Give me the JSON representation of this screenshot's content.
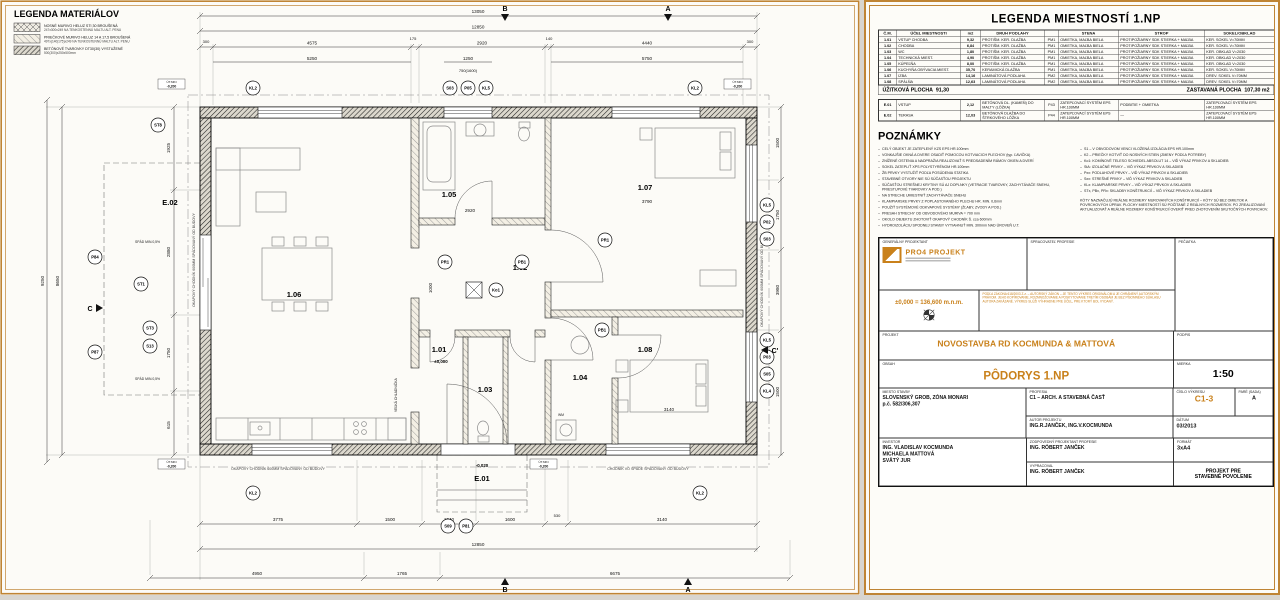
{
  "colors": {
    "accent_orange": "#c9811b",
    "frame_orange": "#bf8434",
    "line": "#1c1c1c",
    "sheet_bg": "#fcfbf7"
  },
  "left_sheet": {
    "materials_legend": {
      "title": "LEGENDA MATERIÁLOV",
      "items": [
        {
          "line1": "NOSNÉ MURIVO HELUZ STI 30 BROUŠENÁ",
          "line2": "247x300x249 NA TENKOSTENNÚ MALTU ALT. PENU"
        },
        {
          "line1": "PRIEČKOVÉ MURIVO HELUZ 14 A 17,5 BROUŠENÁ",
          "line2": "497x(140|175)x249 NA TENKOSTENNÚ MALTU ALT. PENU"
        },
        {
          "line1": "BETÓNOVÉ TVAROVKY DT30(30) VYSTUŽENÉ",
          "line2": "500(300)x250x500mm"
        }
      ]
    },
    "plan": {
      "rooms": {
        "e02": "E.02",
        "r101": "1.01",
        "r102": "1.02",
        "r103": "1.03",
        "r104": "1.04",
        "r105": "1.05",
        "r106": "1.06",
        "r107": "1.07",
        "r108": "1.08",
        "e01": "E.01"
      },
      "dims": {
        "top_total": "13050",
        "top_sub": "12850",
        "top_segs": [
          "300",
          "4575",
          "175",
          "2920",
          "140",
          "4440",
          "300"
        ],
        "top_inner": [
          "5250",
          "1250",
          "750(1600)",
          "5750"
        ],
        "bottom_segs": [
          "3775",
          "1500",
          "1240",
          "1600",
          "530",
          "3140"
        ],
        "bottom_total": "12850",
        "bottom_outer": [
          "4950",
          "1765",
          "6675"
        ],
        "left_segs": [
          "1925",
          "2880",
          "1750",
          "615"
        ],
        "left_total_1": "8650",
        "left_total_2": "9250",
        "right_segs": [
          "1500",
          "1750",
          "3980",
          "1500"
        ],
        "room_dims": [
          "2920",
          "3790",
          "3140",
          "1000"
        ]
      },
      "markers": {
        "top": [
          "KL2",
          "S03",
          "P05",
          "KL5",
          "KL2"
        ],
        "left": [
          "ST8",
          "P84",
          "ST1",
          "ST3",
          "S13",
          "P87"
        ],
        "right": [
          "KL5",
          "P02",
          "S03",
          "KL5",
          "P03",
          "S05",
          "KL4"
        ],
        "bottom": [
          "KL2",
          "S09",
          "P81",
          "KL2"
        ],
        "inner": [
          "Ko1",
          "PR1",
          "PB1",
          "PR1",
          "PB1"
        ]
      },
      "sections": {
        "a": "A",
        "b": "B",
        "c": "C",
        "c_prime": "C'"
      },
      "levels": {
        "zero": "±0,000",
        "minus": "-0,020",
        "ut_label": "ÚT.MIN",
        "ut_value": "-0,200",
        "spad": "SPÁD MIN.0,5%"
      },
      "edge_texts": {
        "left": "OKAPOVÝ CHODNÍK 600MM SPÁDOVANÝ OD BUDOVY",
        "right": "OKAPOVÝ CHODNÍK 600MM SPÁDOVANÝ OD BUDOVY",
        "bottom_left": "OKAPOVÝ CHODNÍK 600MM SPÁDOVANÝ OD BUDOVY",
        "bottom_right": "CHODNÍK VO SPÁDE SPÁDOVANÝ OD BUDOVY"
      },
      "misc": {
        "wm": "WM",
        "fridge": "VEĽKÁ CHLADNIČKA"
      }
    }
  },
  "right_sheet": {
    "room_legend": {
      "title": "LEGENDA MIESTNOSTÍ 1.NP",
      "headers": [
        "Č.M.",
        "ÚČEL MIESTNOSTI",
        "m2",
        "DRUH PODLAHY",
        "",
        "STENA",
        "STROP",
        "SOKEL/OBKLAD"
      ],
      "rows": [
        {
          "cm": "1.01",
          "name": "VSTUP CHODBA",
          "area": "9,32",
          "floor": "PROTIŠM. KER. DLAŽBA",
          "pm": "PM1",
          "wall": "OMIETKA, MAĽBA BIELA",
          "ceiling": "PROTIPOŽIARNY SDK STIERKA + MAĽBA",
          "skirt": "KER. SOKEL V=70MM"
        },
        {
          "cm": "1.02",
          "name": "CHODBA",
          "area": "6,84",
          "floor": "PROTIŠM. KER. DLAŽBA",
          "pm": "PM1",
          "wall": "OMIETKA, MAĽBA BIELA",
          "ceiling": "PROTIPOŽIARNY SDK STIERKA + MAĽBA",
          "skirt": "KER. SOKEL V=70MM"
        },
        {
          "cm": "1.03",
          "name": "WC",
          "area": "1,80",
          "floor": "PROTIŠM. KER. DLAŽBA",
          "pm": "PM1",
          "wall": "OMIETKA, MAĽBA BIELA",
          "ceiling": "PROTIPOŽIARNY SDK STIERKA + MAĽBA",
          "skirt": "KER. OBKLAD V=2030"
        },
        {
          "cm": "1.04",
          "name": "TECHNICKÁ MIEST.",
          "area": "4,90",
          "floor": "PROTIŠM. KER. DLAŽBA",
          "pm": "PM1",
          "wall": "OMIETKA, MAĽBA BIELA",
          "ceiling": "PROTIPOŽIARNY SDK STIERKA + MAĽBA",
          "skirt": "KER. OBKLAD V=2030"
        },
        {
          "cm": "1.05",
          "name": "KÚPEĽŇA",
          "area": "8,00",
          "floor": "PROTIŠM. KER. DLAŽBA",
          "pm": "PM1",
          "wall": "OMIETKA, MAĽBA BIELA",
          "ceiling": "PROTIPOŽIARNY SDK STIERKA + MAĽBA",
          "skirt": "KER. OBKLAD V=2030"
        },
        {
          "cm": "1.06",
          "name": "KUCHYŇA OBÝVACIA MIEST.",
          "area": "35,70",
          "floor": "KERAMICKÁ DLAŽBA",
          "pm": "PM1",
          "wall": "OMIETKA, MAĽBA BIELA",
          "ceiling": "PROTIPOŽIARNY SDK STIERKA + MAĽBA",
          "skirt": "KER. SOKEL V=70MM"
        },
        {
          "cm": "1.07",
          "name": "IZBA",
          "area": "14,16",
          "floor": "LAMINÁTOVÁ PODLAHA",
          "pm": "PM2",
          "wall": "OMIETKA, MAĽBA BIELA",
          "ceiling": "PROTIPOŽIARNY SDK STIERKA + MAĽBA",
          "skirt": "DREV. SOKEL V=70MM"
        },
        {
          "cm": "1.08",
          "name": "SPÁLŇA",
          "area": "12,63",
          "floor": "LAMINÁTOVÁ PODLAHA",
          "pm": "PM2",
          "wall": "OMIETKA, MAĽBA BIELA",
          "ceiling": "PROTIPOŽIARNY SDK STIERKA + MAĽBA",
          "skirt": "DREV. SOKEL V=70MM"
        }
      ],
      "summary": {
        "left_label": "ÚŽITKOVÁ PLOCHA",
        "left_value": "91,30",
        "right_label": "ZASTAVANÁ PLOCHA",
        "right_value": "107,30 m2"
      },
      "ext_rows": [
        {
          "cm": "E.01",
          "name": "VSTUP",
          "area": "2,12",
          "floor": "BETÓNOVÁ DL. (KAMEŇ) DO MALTY (LÔŽKA)",
          "pm": "P43",
          "wall": "ZATEPĽOVACÍ SYSTÉM EPS HR.100MM",
          "ceiling": "PODBITIE + OMIETKA",
          "skirt": "ZATEPĽOVACÍ SYSTÉM EPS HR.100MM"
        },
        {
          "cm": "E.02",
          "name": "TERASA",
          "area": "12,03",
          "floor": "BETÓNOVÁ DLAŽBA DO ŠTRKOVÉHO LÔŽKA",
          "pm": "P44",
          "wall": "ZATEPĽOVACÍ SYSTÉM EPS HR.100MM",
          "ceiling": "—",
          "skirt": "ZATEPĽOVACÍ SYSTÉM EPS HR.100MM"
        }
      ]
    },
    "notes": {
      "title": "POZNÁMKY",
      "left": [
        "CELÝ OBJEKT JE ZATEPLENÝ KZS EPS HR.100mm",
        "VONKAJŠIE OKNÁ A DVERE OSADIŤ POMOCOU KOTVIACICH PLECHOV (typ. ĽAVIČKA)",
        "ZNÍŽENÉ OSTENIA A NADPRAŽIA REALIZOVAŤ S PREDSADENÍM RÁMOV OKIEN A DVERÍ",
        "SOKEL ZATEPLIŤ XPS POLYSTYRÉNOM HR.100mm",
        "ŽB PRVKY VYSTUŽIŤ PODĽA POSÚDENIA STATIKA",
        "STAVEBNÉ OTVORY NIE SÚ SÚČASŤOU PROJEKTU",
        "SÚČASŤOU STREŠNEJ KRYTINY SÚ AJ DOPLNKY (VETRACIE TVAROVKY, ZACHYTÁVAČE SNEHU, PRIESTUPOVÉ TVAROVKY A POD.)",
        "NA STRECHE UMIESTNIŤ ZACHYTÁVAČE SNEHU",
        "KLAMPIARSKE PRVKY Z POPLASTOVANÉHO PLECHU HR. MIN. 0,6mm",
        "POUŽIŤ SYSTÉMOVÉ ODKVAPOVÉ SYSTÉMY (ŽĽABY, ZVODY A POD.)",
        "PRESAH STRECHY OD OBVODOVÉHO MURIVA = 700 mm",
        "OKOLO OBJEKTU ZHOTOVIŤ OKAPOVÝ CHODNÍK Š. cca 600mm",
        "HYDROIZOLÁCIU SPODNEJ STAVBY VYTIAHNUŤ MIN. 300mm NAD ÚROVEŇ U.T."
      ],
      "right": [
        "S1 – V OBVODOVOM VENCI VLOŽENÁ IZOLÁCIA EPS HR.100mm",
        "K2 – PRIEČKY KOTVIŤ DO NOSNÝCH STIEN (ZMENY PODĽA POTREBY)",
        "Ko1: KOMÍNOVÉ TELESO SCHIEDEL ABSOLUT 14 – VIĎ VÝKAZ PRVKOV A SKLADIEB",
        "StA: IZOLAČNÉ PRVKY – VIĎ VÝKAZ PRVKOV A SKLADIEB",
        "Pxx: PODLAHOVÉ PRVKY – VIĎ VÝKAZ PRVKOV A SKLADIEB",
        "Sxx: STREŠNÉ PRVKY – VIĎ VÝKAZ PRVKOV A SKLADIEB",
        "KLx: KLAMPIARSKE PRVKY – VIĎ VÝKAZ PRVKOV A SKLADIEB",
        "STx, PBx, PRx: SKLADBY KONŠTRUKCIÍ – VIĎ VÝKAZ PRVKOV A SKLADIEB"
      ],
      "footer": "KÓTY NAZNAČUJÚ REÁLNE ROZMERY MUROVANÝCH KONŠTRUKCIÍ – KÓTY SÚ BEZ OMIETOK A POVRCHOVÝCH ÚPRAV. PLOCHY MIESTNOSTÍ SÚ POČÍTANÉ Z REÁLNYCH ROZMEROV. PO ZREALIZOVANÍ AKTUALIZOVAŤ A REÁLNE ROZMERY KONŠTRUKCIÍ OVERIŤ PRED ZHOTOVENÍM SKUTOČNÝCH POVRCHOV."
    },
    "title_block": {
      "general_designer_label": "GENERÁLNY PROJEKTANT",
      "profession_processor_label": "SPRACOVATEĽ PROFESIE",
      "stamp_label": "PEČIATKA",
      "logo_text": "PRO4 PROJEKT",
      "elevation": "±0,000 = 136,600 m.n.m.",
      "copyright": "PODĽA ZÁKONA 618/2003 Z.z. – AUTORSKÝ ZÁKON – JE TENTO VÝKRES ORIGINÁLOM A JE CHRÁNENÝ AUTORSKÝM PRÁVOM. JEHO KOPÍROVANIE, ROZMNOŽOVANIE A POSKYTOVANIE TRETÍM OSOBÁM JE BEZ PÍSOMNÉHO SÚHLASU AUTORA ZAKÁZANÉ. VÝKRES SLÚŽI VÝHRADNE PRE ÚČEL, PRE KTORÝ BOL VYDANÝ.",
      "project_label": "PROJEKT",
      "project_value": "NOVOSTAVBA RD KOCMUNDA & MATTOVÁ",
      "signature_label": "PODPIS",
      "content_label": "OBSAH",
      "content_value": "PÔDORYS 1.NP",
      "scale_label": "MIERKA",
      "scale_value": "1:50",
      "site_label": "MIESTO STAVBY",
      "site_value1": "SLOVENSKÝ GROB, ZÓNA MONARI",
      "site_value2": "p.č. 582/306,307",
      "profession_label": "PROFESIA",
      "profession_value": "C1 – ARCH. A STAVEBNÁ ČASŤ",
      "drawing_no_label": "ČÍSLO VÝKRESU",
      "drawing_no_value": "C1-3",
      "set_label": "PARÉ (SADA)",
      "set_value": "A",
      "author_label": "AUTOR PROJEKTU",
      "author_value": "ING.R.JANČEK, ING.V.KOCMUNDA",
      "date_label": "DÁTUM",
      "date_value": "03/2013",
      "investor_label": "INVESTOR",
      "investor_value1": "ING. VLADISLAV KOCMUNDA",
      "investor_value2": "MICHAELA MATTOVÁ",
      "investor_value3": "SVÄTÝ JUR",
      "responsible_label": "ZODPOVEDNÝ PROJEKTANT PROFESIE",
      "responsible_value": "ING. RÓBERT JANČEK",
      "format_label": "FORMÁT",
      "format_value": "3xA4",
      "prepared_label": "VYPRACOVAL",
      "prepared_value": "ING. RÓBERT JANČEK",
      "stage_line1": "PROJEKT PRE",
      "stage_line2": "STAVEBNÉ POVOLENIE"
    }
  }
}
